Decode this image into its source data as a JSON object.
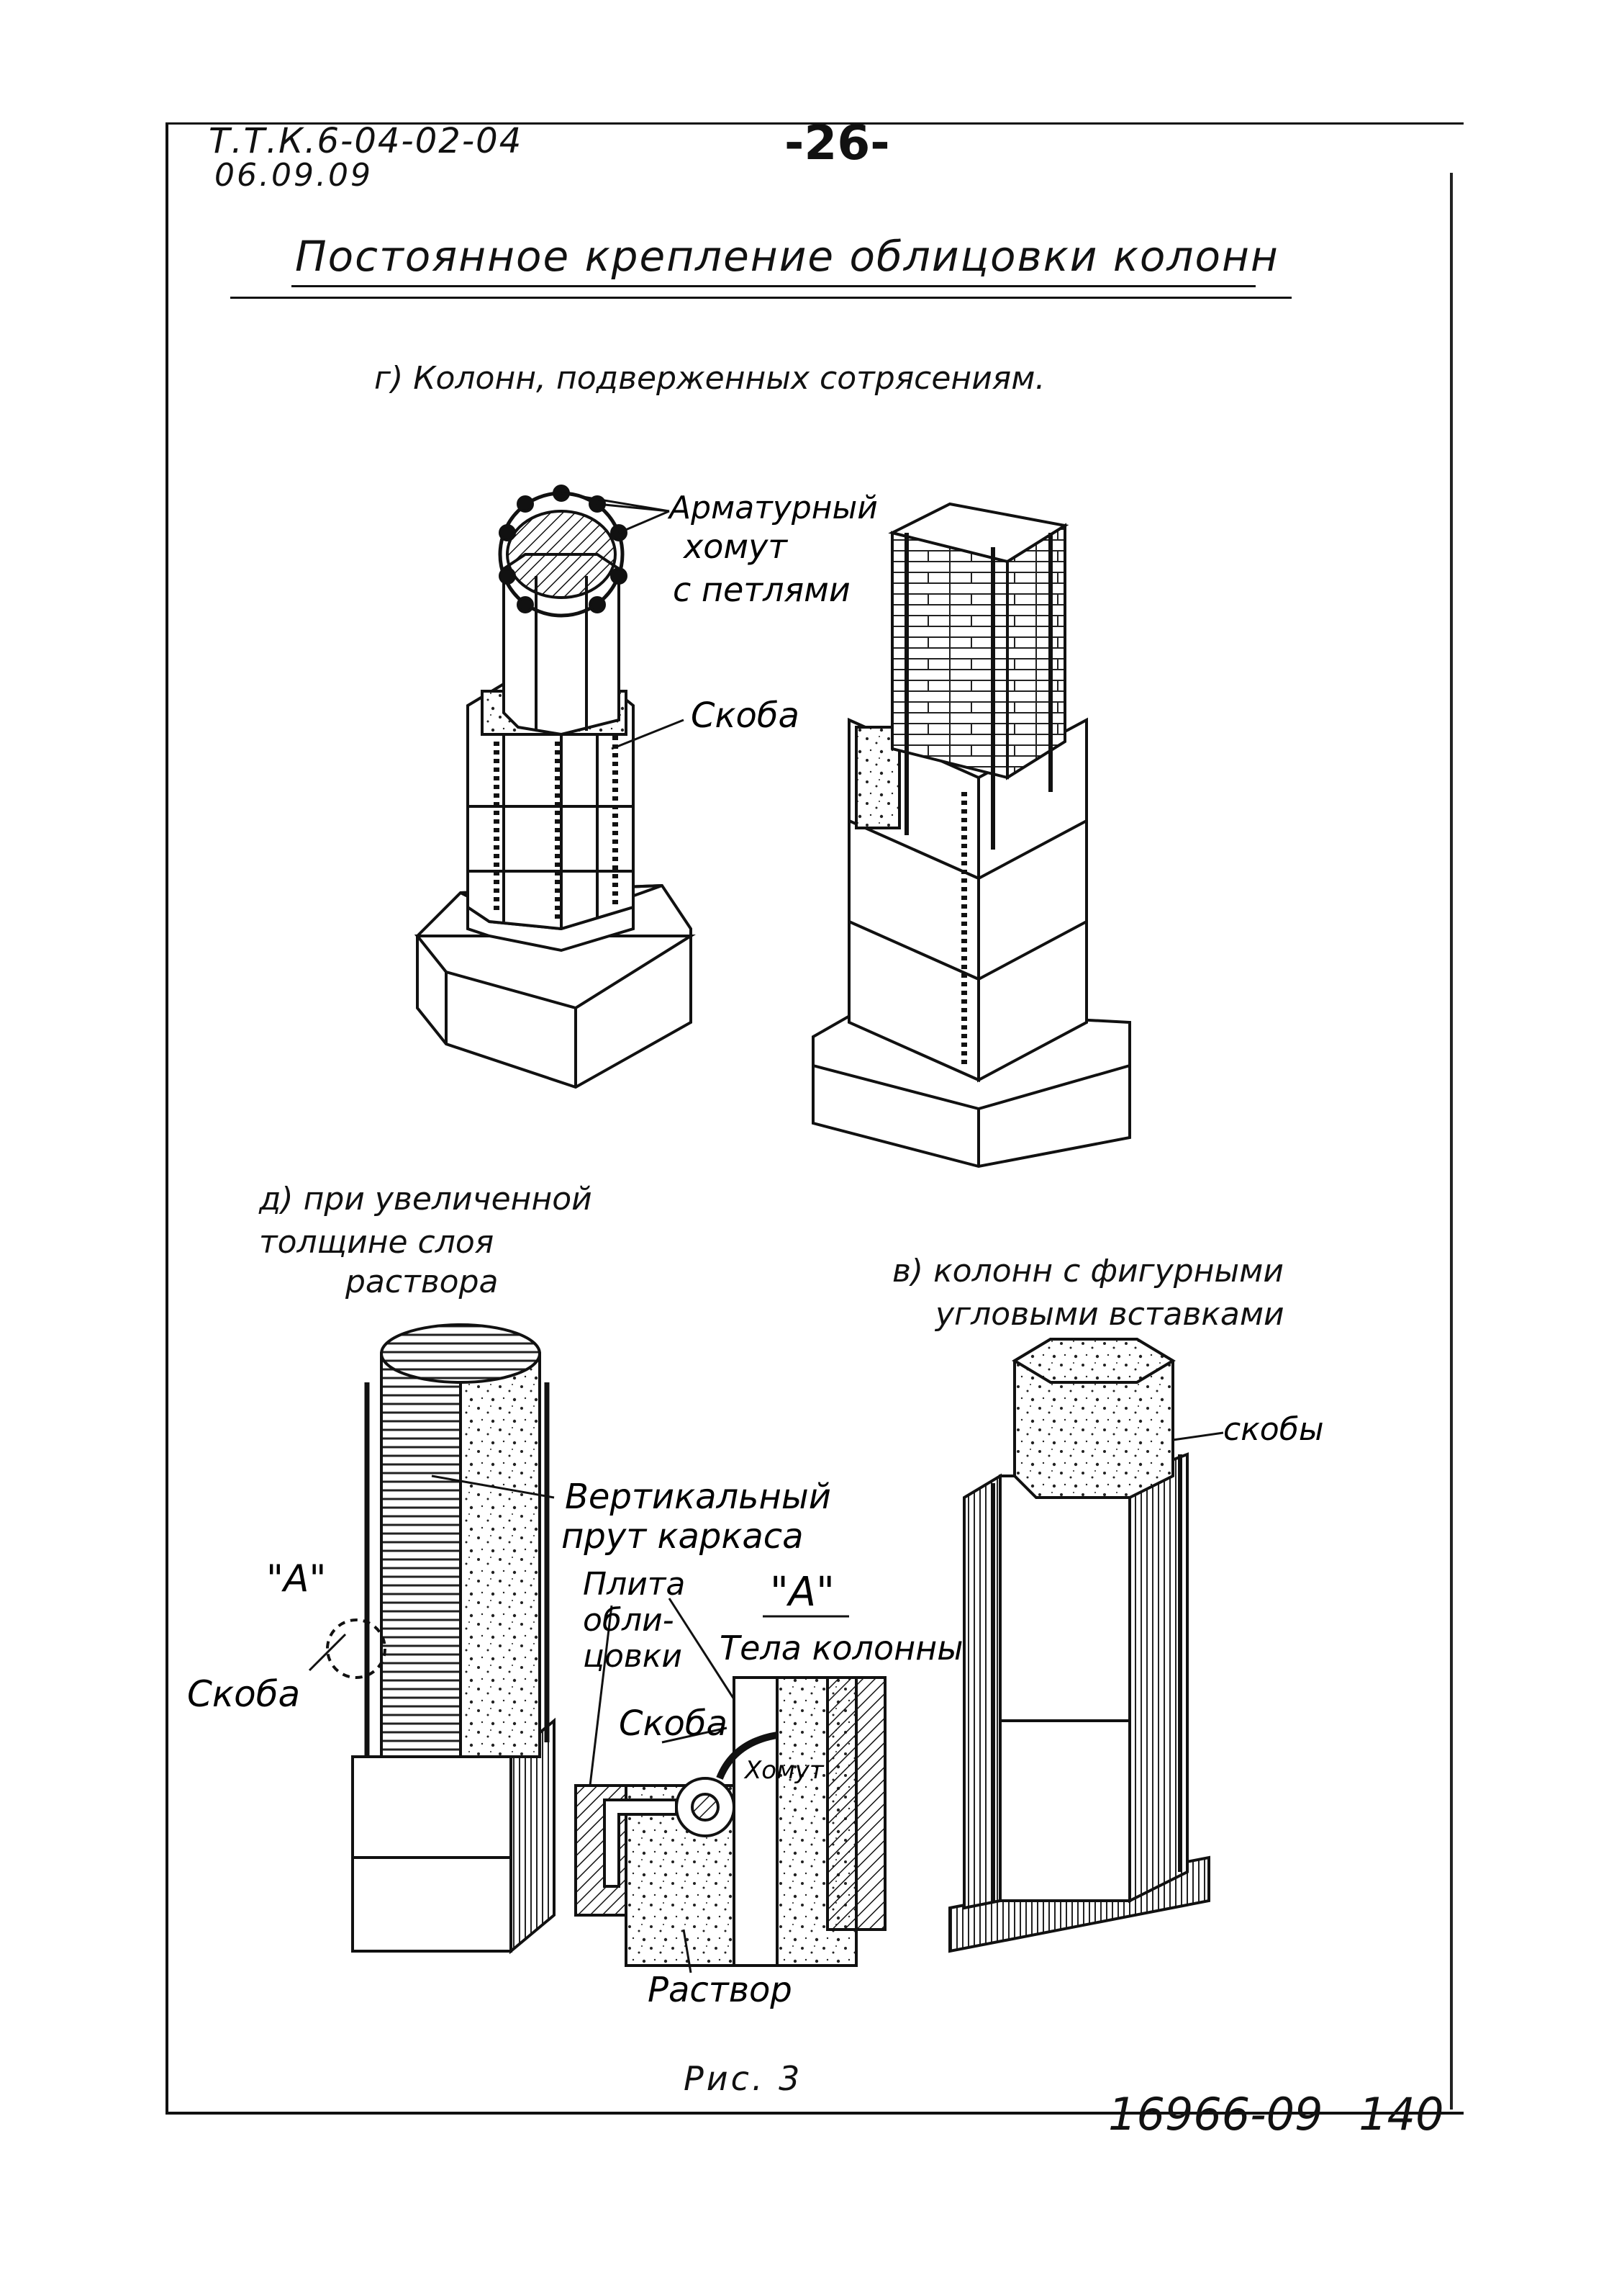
{
  "header": {
    "doc_code": "Т.Т.К.6-04-02-04",
    "doc_date": "06.09.09",
    "page_number": "-26-"
  },
  "title": "Постоянное крепление облицовки колонн",
  "sections": {
    "g": {
      "heading": "г) Колонн, подверженных сотрясениям.",
      "labels": {
        "armature_l1": "Арматурный",
        "armature_l2": "хомут",
        "armature_l3": "с петлями",
        "bracket": "Скоба"
      }
    },
    "d": {
      "heading_l1": "д) при увеличенной",
      "heading_l2": "толщине слоя",
      "heading_l3": "раствора",
      "labels": {
        "vertical_bar_l1": "Вертикальный",
        "vertical_bar_l2": "прут каркаса",
        "detail_a": "\"А\"",
        "plate_l1": "Плита",
        "plate_l2": "обли-",
        "plate_l3": "цовки",
        "column_body": "Тела колонны",
        "bracket_left": "Скоба",
        "bracket_detail": "Скоба",
        "clamp": "Хомут",
        "mortar": "Раствор"
      }
    },
    "v": {
      "heading_l1": "в) колонн с фигурными",
      "heading_l2": "угловыми вставками",
      "labels": {
        "brackets": "скобы"
      }
    }
  },
  "figure_caption": "Рис. 3",
  "stamp": {
    "number": "16966-09",
    "sheet": "140"
  }
}
